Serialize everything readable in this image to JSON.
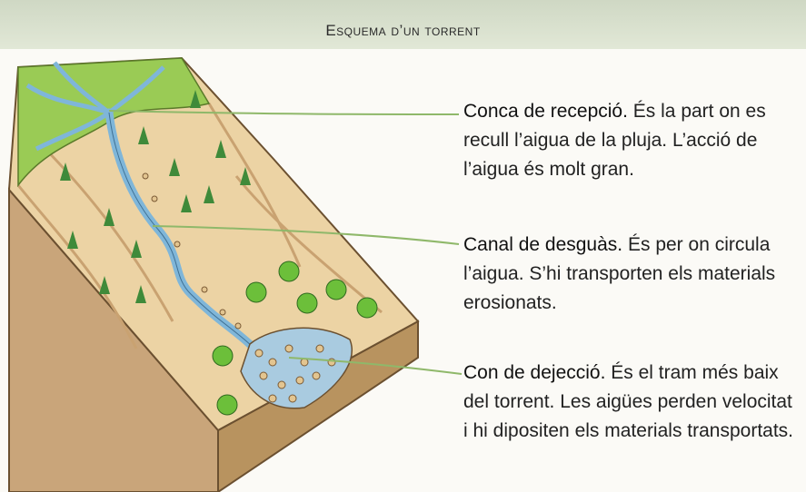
{
  "title": "Esquema d’un torrent",
  "parts": [
    {
      "label": "Conca de recepció.",
      "text": "És la part on es recull l’aigua de la pluja. L’acció de l’aigua és molt gran."
    },
    {
      "label": "Canal de desguàs.",
      "text": "És per on circula l’aigua. S’hi transporten els materials erosionats."
    },
    {
      "label": "Con de dejecció.",
      "text": "És el tram més baix del torrent. Les aigües perden velocitat i hi dipositen els materials transportats."
    }
  ],
  "colors": {
    "slope": "#e8cfa0",
    "ridge": "#d6b483",
    "grass": "#8ec24a",
    "water": "#7fb6d9",
    "leader_line": "#8fb86a"
  }
}
